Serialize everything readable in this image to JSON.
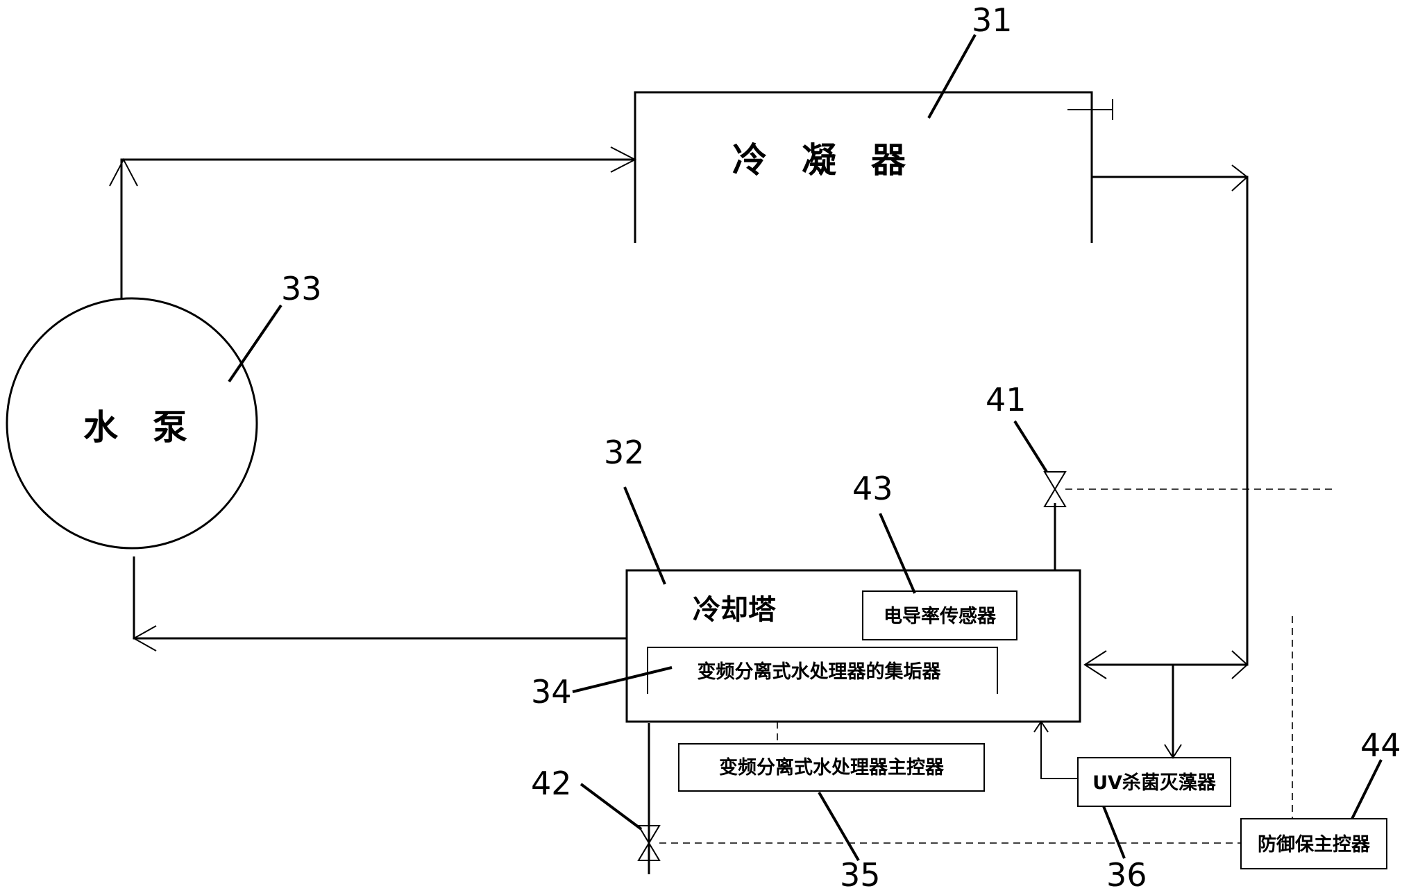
{
  "diagram": {
    "labels": {
      "condenser": "冷　凝　器",
      "pump": "水　泵",
      "cooling_tower": "冷却塔",
      "conductivity_sensor": "电导率传感器",
      "collector": "变频分离式水处理器的集垢器",
      "main_controller": "变频分离式水处理器主控器",
      "uv_sterilizer": "UV杀菌灭藻器",
      "protection_controller": "防御保主控器"
    },
    "numbers": {
      "n31": "31",
      "n32": "32",
      "n33": "33",
      "n34": "34",
      "n35": "35",
      "n36": "36",
      "n41": "41",
      "n42": "42",
      "n43": "43",
      "n44": "44"
    }
  }
}
